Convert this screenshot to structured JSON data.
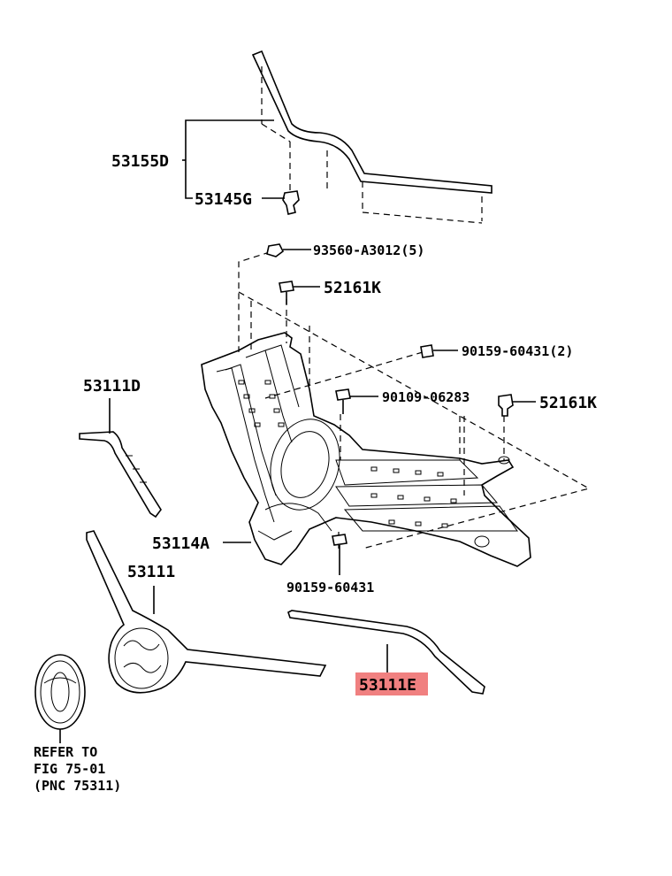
{
  "parts": {
    "p53155D": "53155D",
    "p53145G": "53145G",
    "p93560": "93560-A3012(5)",
    "p52161K_top": "52161K",
    "p90159_2": "90159-60431(2)",
    "p90109": "90109-06283",
    "p52161K_right": "52161K",
    "p53111D": "53111D",
    "p53114A": "53114A",
    "p53111": "53111",
    "p90159": "90159-60431",
    "p53111E": "53111E"
  },
  "reference_note": {
    "line1": "REFER TO",
    "line2": "FIG 75-01",
    "line3": "(PNC 75311)"
  },
  "highlight": {
    "part": "53111E",
    "color": "#f08080"
  }
}
